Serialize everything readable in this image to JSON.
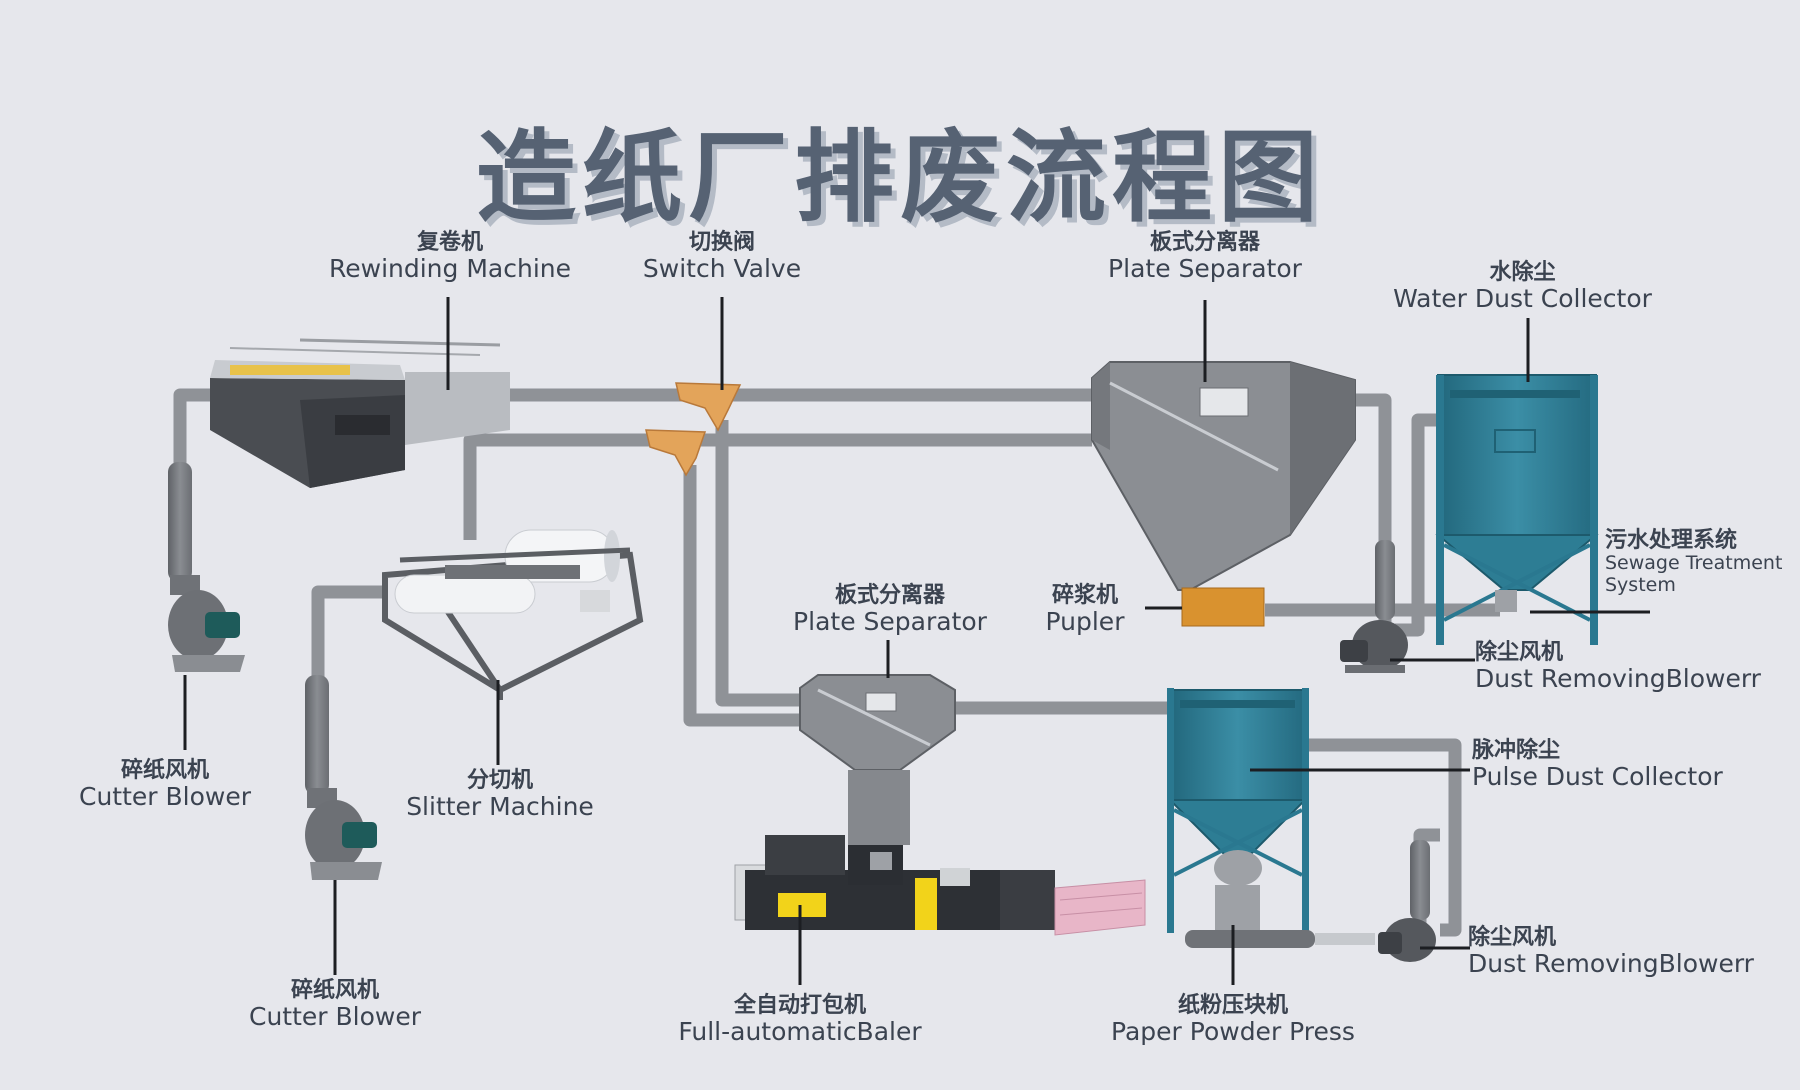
{
  "title": "造纸厂排废流程图",
  "labels": {
    "rewinding": {
      "zh": "复卷机",
      "en": "Rewinding Machine"
    },
    "switch_valve": {
      "zh": "切换阀",
      "en": "Switch Valve"
    },
    "plate_sep_top": {
      "zh": "板式分离器",
      "en": "Plate Separator"
    },
    "water_dust": {
      "zh": "水除尘",
      "en": "Water Dust Collector"
    },
    "sewage": {
      "zh": "污水处理系统",
      "en": "Sewage Treatment",
      "en2": "System"
    },
    "pulper": {
      "zh": "碎浆机",
      "en": "Pupler"
    },
    "dust_blower_top": {
      "zh": "除尘风机",
      "en": "Dust RemovingBlowerr"
    },
    "plate_sep_mid": {
      "zh": "板式分离器",
      "en": "Plate Separator"
    },
    "pulse_dust": {
      "zh": "脉冲除尘",
      "en": "Pulse Dust Collector"
    },
    "dust_blower_bottom": {
      "zh": "除尘风机",
      "en": "Dust RemovingBlowerr"
    },
    "cutter_blower_1": {
      "zh": "碎纸风机",
      "en": "Cutter Blower"
    },
    "slitter": {
      "zh": "分切机",
      "en": "Slitter Machine"
    },
    "cutter_blower_2": {
      "zh": "碎纸风机",
      "en": "Cutter Blower"
    },
    "baler": {
      "zh": "全自动打包机",
      "en": "Full-automaticBaler"
    },
    "powder_press": {
      "zh": "纸粉压块机",
      "en": "Paper Powder Press"
    }
  },
  "colors": {
    "background": "#e6e7ec",
    "pipe": "#8e9196",
    "machine_gray": "#7a7d82",
    "collector_teal": "#2e7f97",
    "valve_orange": "#e3a45a",
    "pulper_orange": "#d9922f",
    "title": "#566273",
    "baler_yellow": "#f2d31a",
    "paper_pink": "#e8b6c8"
  }
}
